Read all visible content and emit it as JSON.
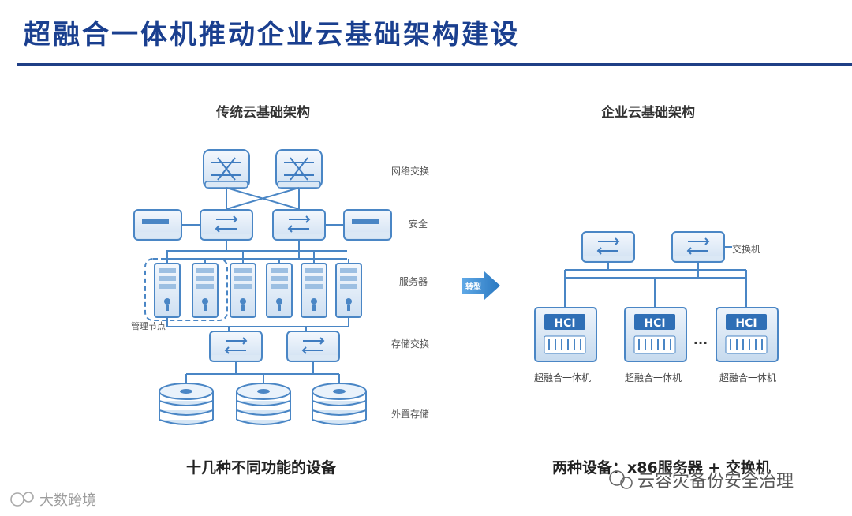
{
  "title": "超融合一体机推动企业云基础架构建设",
  "left_panel": {
    "heading": "传统云基础架构",
    "layers": [
      "网络交换",
      "安全",
      "服务器",
      "存储交换",
      "外置存储"
    ],
    "cluster_label": "管理节点",
    "caption": "十几种不同功能的设备"
  },
  "right_panel": {
    "heading": "企业云基础架构",
    "switch_label": "交换机",
    "node_badge": "HCI",
    "node_label": "超融合一体机",
    "ellipsis": "···",
    "caption": "两种设备：x86服务器 + 交换机"
  },
  "arrow_label": "转型",
  "watermarks": {
    "right": "云容灾备份安全治理",
    "left": "大数跨境"
  },
  "colors": {
    "title": "#1a3f8f",
    "accent": "#2f7fc6",
    "device_outline": "#4a86c5",
    "device_fill": "#e8f1fa"
  }
}
